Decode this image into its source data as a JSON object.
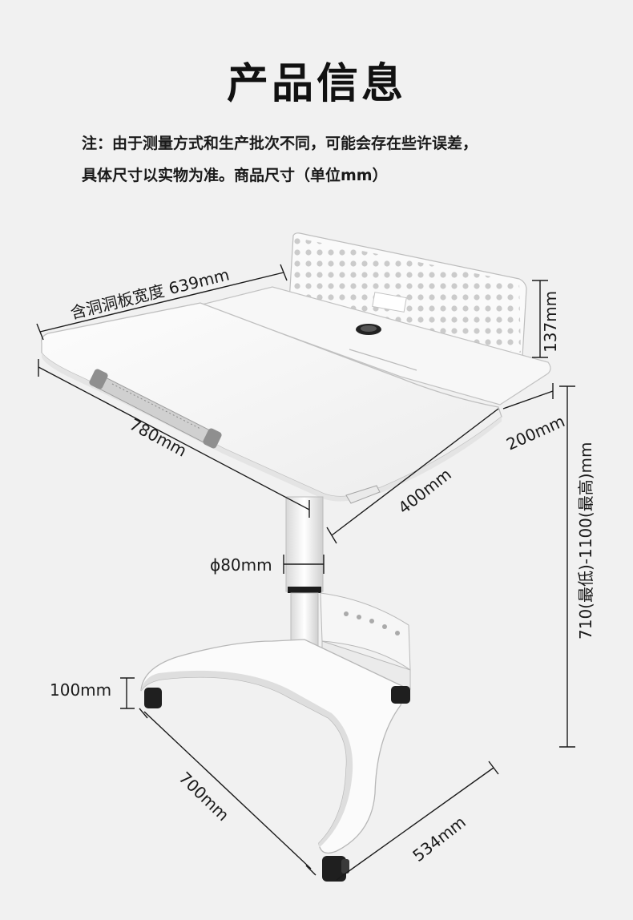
{
  "header": {
    "title": "产品信息",
    "note_line1": "注：由于测量方式和生产批次不同，可能会存在些许误差，",
    "note_line2": "具体尺寸以实物为准。商品尺寸（单位mm）"
  },
  "dimensions": {
    "panel_width": "含洞洞板宽度 639mm",
    "panel_height": "137mm",
    "desk_length": "780mm",
    "side_tray_width": "200mm",
    "desk_depth": "400mm",
    "height_range": "710(最低)-1100(最高)mm",
    "column_diameter": "ϕ80mm",
    "base_height": "100mm",
    "base_length": "700mm",
    "base_width": "534mm"
  },
  "colors": {
    "background": "#f1f1f1",
    "desk_white": "#ffffff",
    "line": "#1a1a1a"
  }
}
